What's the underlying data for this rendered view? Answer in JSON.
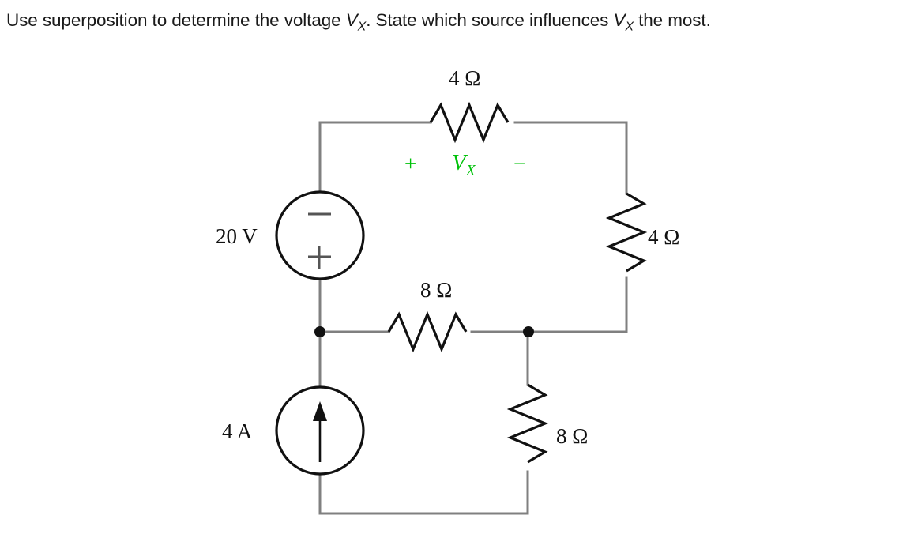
{
  "prompt": {
    "part1": "Use superposition to determine the voltage ",
    "var1": "V",
    "sub1": "X",
    "part2": ". State which source influences ",
    "var2": "V",
    "sub2": "X",
    "part3": " the most."
  },
  "colors": {
    "wire": "#808080",
    "component": "#111111",
    "annotation_green": "#00c20a",
    "background": "#ffffff",
    "text": "#1a1a1a"
  },
  "circuit": {
    "title": "superposition-circuit",
    "components": {
      "r_top": {
        "label": "4 Ω",
        "value": 4,
        "unit": "Ω",
        "orientation": "horizontal",
        "position": "top-branch"
      },
      "r_middle": {
        "label": "8 Ω",
        "value": 8,
        "unit": "Ω",
        "orientation": "horizontal",
        "position": "middle-branch"
      },
      "r_right": {
        "label": "4 Ω",
        "value": 4,
        "unit": "Ω",
        "orientation": "vertical",
        "position": "right-branch"
      },
      "r_bottom": {
        "label": "8 Ω",
        "value": 8,
        "unit": "Ω",
        "orientation": "vertical",
        "position": "bottom-right-branch"
      },
      "v_source": {
        "label": "20 V",
        "value": 20,
        "unit": "V",
        "type": "voltage-source",
        "terminal_top": "−",
        "terminal_bottom": "+"
      },
      "i_source": {
        "label": "4 A",
        "value": 4,
        "unit": "A",
        "type": "current-source",
        "arrow_direction": "up"
      }
    },
    "annotations": {
      "vx_plus": "+",
      "vx_minus": "−",
      "vx_symbol": "V",
      "vx_subscript": "X"
    }
  }
}
